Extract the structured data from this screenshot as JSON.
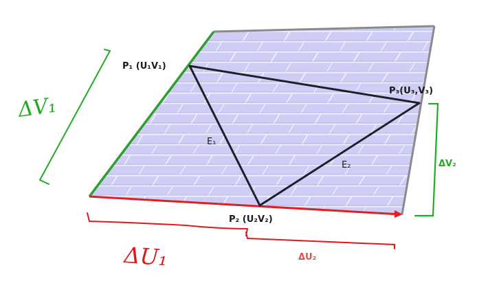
{
  "labels": {
    "p1": "P₁ (U₁V₁)",
    "p2": "P₂ (U₂V₂)",
    "p3": "P₃(U₃,V₃)",
    "e1": "E₁",
    "e2": "E₂",
    "dv2": "ΔV₂",
    "du2": "ΔU₂",
    "dv1_hand": "ΔV₁",
    "du1_hand": "ΔU₁"
  },
  "colors": {
    "plane_fill": "#ccccf4",
    "brick_mortar": "#eef0ff",
    "edge_green": "#2e9e2e",
    "edge_red": "#e02020",
    "edge_gray": "#888888",
    "triangle": "#1f1f2a",
    "annotation_green": "#22aa22",
    "annotation_red": "#e01818",
    "du2_text": "#e05050",
    "dv2_text": "#22aa22"
  }
}
